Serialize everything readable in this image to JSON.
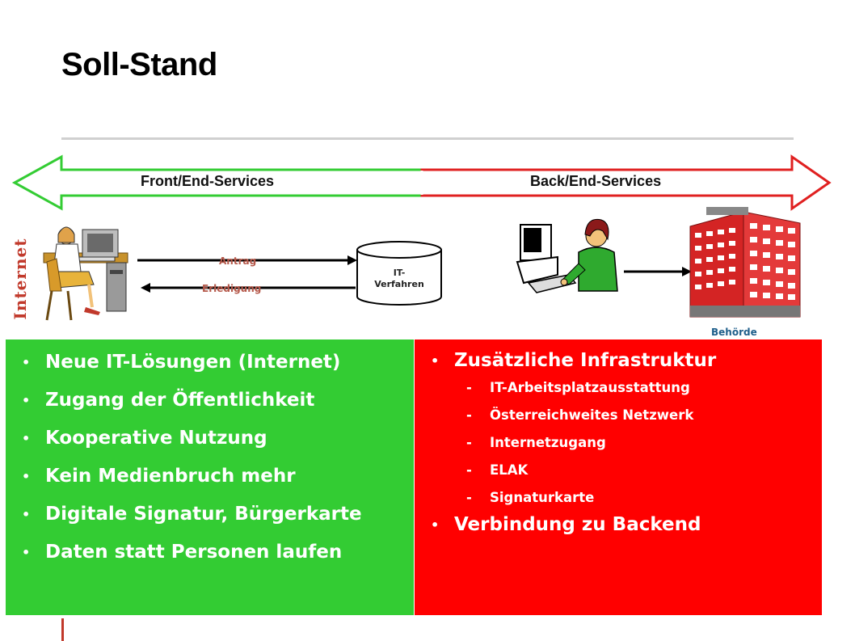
{
  "title": "Soll-Stand",
  "arrow": {
    "front_label": "Front/End-Services",
    "back_label": "Back/End-Services",
    "front_color": "#33cc33",
    "back_color": "#e02020"
  },
  "flow": {
    "request_label": "Antrag",
    "completion_label": "Erledigung",
    "system_label": "IT-\nVerfahren",
    "internet_label": "Internet",
    "authority_label": "Behörde"
  },
  "left_panel": {
    "color": "#33cc33",
    "items": [
      {
        "text": "Neue IT-Lösungen (Internet)"
      },
      {
        "text": "Zugang der Öffentlichkeit"
      },
      {
        "text": "Kooperative Nutzung"
      },
      {
        "text": "Kein Medienbruch mehr"
      },
      {
        "text": "Digitale Signatur, Bürgerkarte"
      },
      {
        "text": "Daten statt Personen laufen"
      }
    ]
  },
  "right_panel": {
    "color": "#ff0000",
    "item1": "Zusätzliche Infrastruktur",
    "sub_items": [
      {
        "text": "IT-Arbeitsplatzausstattung"
      },
      {
        "text": "Österreichweites Netzwerk"
      },
      {
        "text": "Internetzugang"
      },
      {
        "text": "ELAK"
      },
      {
        "text": "Signaturkarte"
      }
    ],
    "item2": "Verbindung zu Backend"
  }
}
